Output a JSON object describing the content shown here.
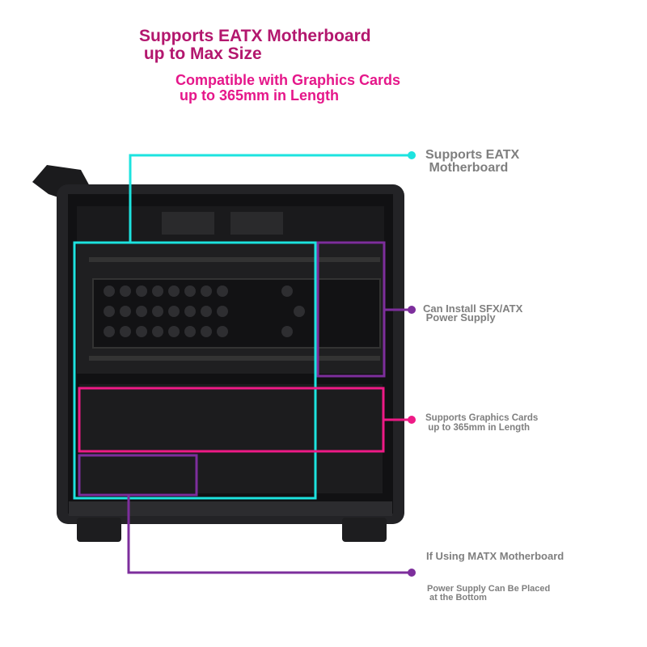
{
  "header": {
    "title_line1": "Supports EATX Motherboard",
    "title_line2": " up to Max Size",
    "subtitle_line1": "Compatible with Graphics Cards",
    "subtitle_line2": " up to 365mm in Length"
  },
  "callouts": [
    {
      "line1": "Supports EATX",
      "line2": " Motherboard",
      "color": "#1de3df"
    },
    {
      "line1": "Can Install SFX/ATX",
      "line2": " Power Supply",
      "color": "#7d2e9c"
    },
    {
      "line1": "Supports Graphics Cards",
      "line2": " up to 365mm in Length",
      "color": "#ee1a86"
    },
    {
      "line1": "If Using MATX Motherboard",
      "line2": "Power Supply Can Be Placed",
      "line3": " at the Bottom",
      "color": "#7d2e9c"
    }
  ]
}
